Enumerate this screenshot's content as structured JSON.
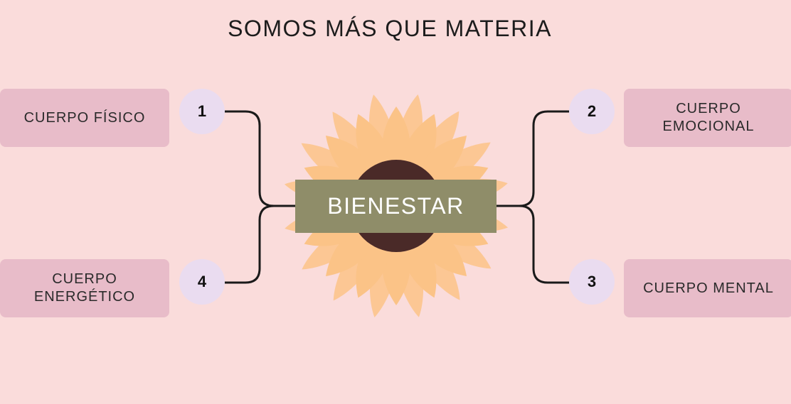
{
  "title": "SOMOS MÁS QUE MATERIA",
  "center": "BIENESTAR",
  "items": [
    {
      "number": "1",
      "label": "CUERPO FÍSICO"
    },
    {
      "number": "2",
      "label": "CUERPO\nEMOCIONAL"
    },
    {
      "number": "3",
      "label": "CUERPO MENTAL"
    },
    {
      "number": "4",
      "label": "CUERPO\nENERGÉTICO"
    }
  ],
  "colors": {
    "background": "#fadcdb",
    "box": "#e8bcc9",
    "number_circle": "#eadcf0",
    "center_band": "#8f8d69",
    "petal": "#fbc387",
    "flower_center": "#4a2a28"
  }
}
